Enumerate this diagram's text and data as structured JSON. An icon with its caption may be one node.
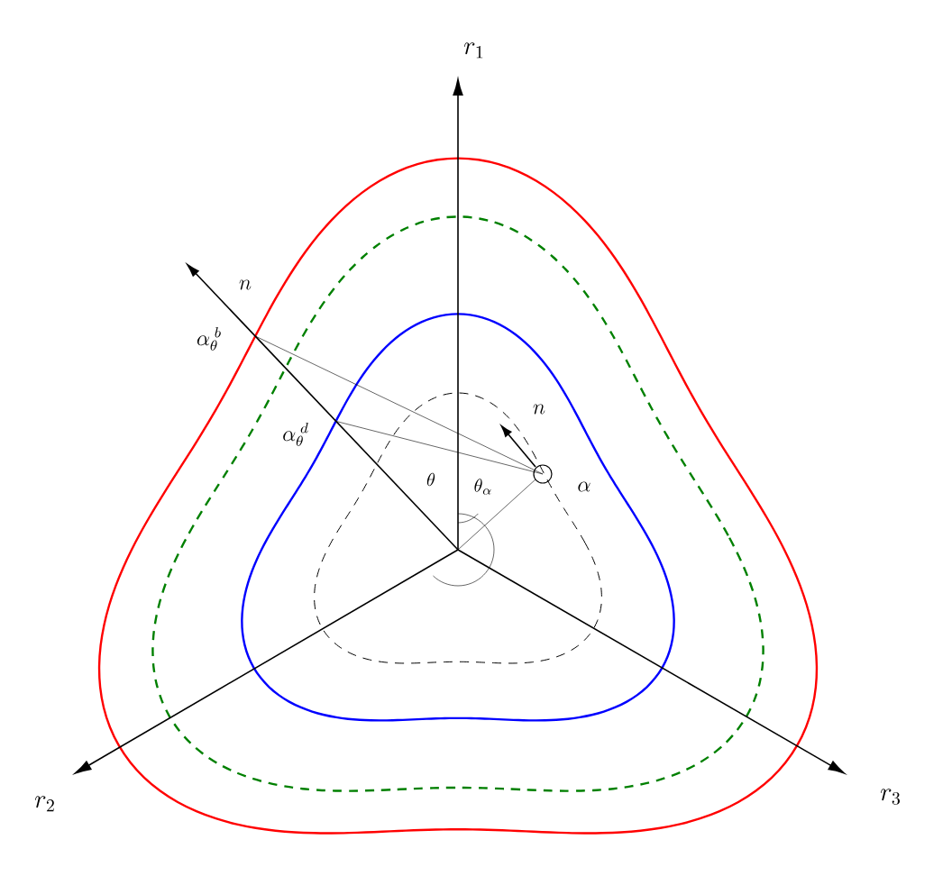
{
  "diagram": {
    "labels": [
      "r_1",
      "n",
      "\\alpha_\\theta^{\\;b}",
      "n",
      "\\alpha_\\theta^{\\;d}",
      "\\theta",
      "\\theta_\\alpha",
      "\\alpha",
      "r_2",
      "r_3"
    ]
  }
}
